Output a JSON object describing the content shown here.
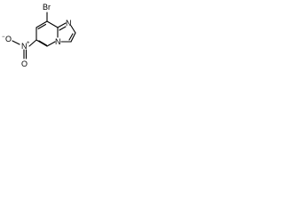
{
  "molecule": {
    "atoms": {
      "bromine": "Br",
      "nitro_nitrogen": "N",
      "nitro_oxygen_double": "O",
      "nitro_oxygen_single": "O",
      "ring_nitrogen_imidazole": "N",
      "ring_nitrogen_bridgehead": "N"
    },
    "charges": {
      "nitro_nitrogen_charge": "+",
      "nitro_oxygen_charge": "−"
    }
  }
}
